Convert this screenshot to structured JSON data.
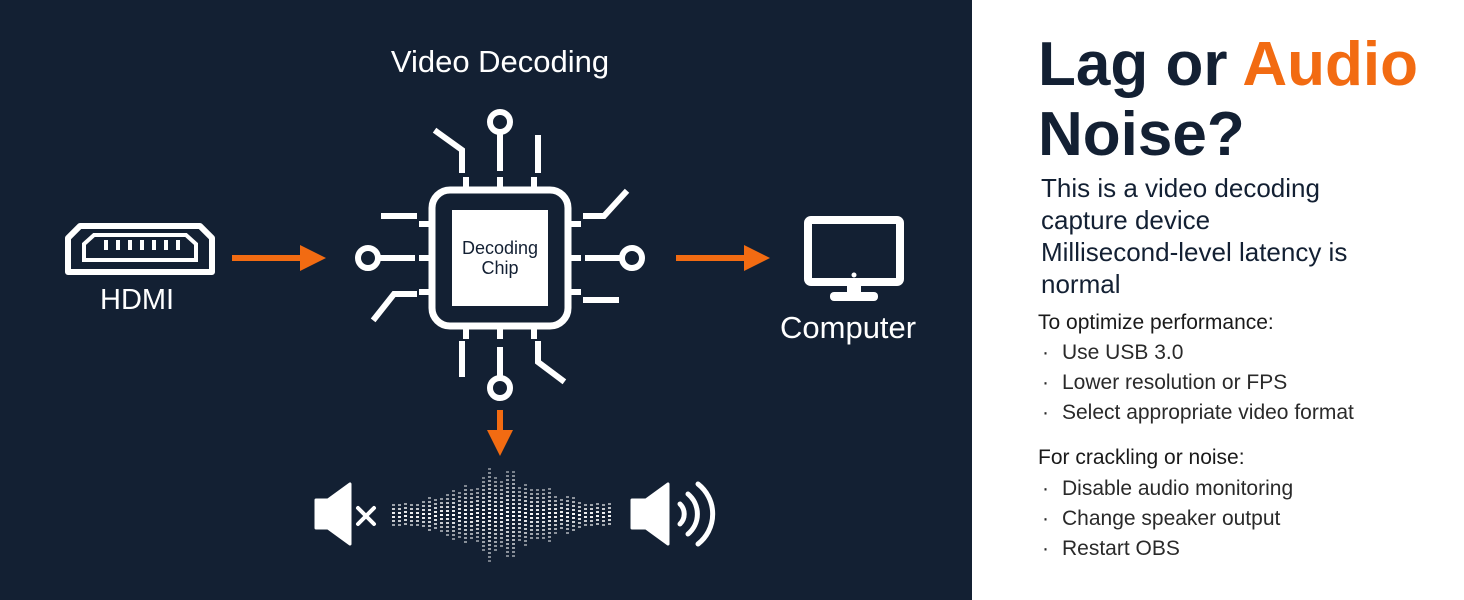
{
  "diagram": {
    "title": "Video Decoding",
    "chip_label_line1": "Decoding",
    "chip_label_line2": "Chip",
    "hdmi_label": "HDMI",
    "computer_label": "Computer",
    "icons": [
      "hdmi-port-icon",
      "chip-icon",
      "computer-monitor-icon",
      "speaker-muted-icon",
      "sound-wave-icon",
      "speaker-volume-icon"
    ],
    "colors": {
      "background": "#132033",
      "foreground": "#ffffff",
      "arrow": "#f26b12"
    }
  },
  "panel": {
    "headline_part1": "Lag or ",
    "headline_accent": "Audio",
    "headline_part2": "Noise?",
    "subhead_lines": [
      "This is a video decoding",
      "capture device",
      "Millisecond-level latency is",
      "normal"
    ],
    "section1_title": "To optimize performance:",
    "section1_items": [
      "Use USB 3.0",
      "Lower resolution or FPS",
      "Select appropriate video format"
    ],
    "section2_title": "For crackling or noise:",
    "section2_items": [
      "Disable audio monitoring",
      "Change speaker output",
      "Restart OBS"
    ],
    "bullet": "·",
    "colors": {
      "text": "#132033",
      "accent": "#f26b12"
    }
  }
}
